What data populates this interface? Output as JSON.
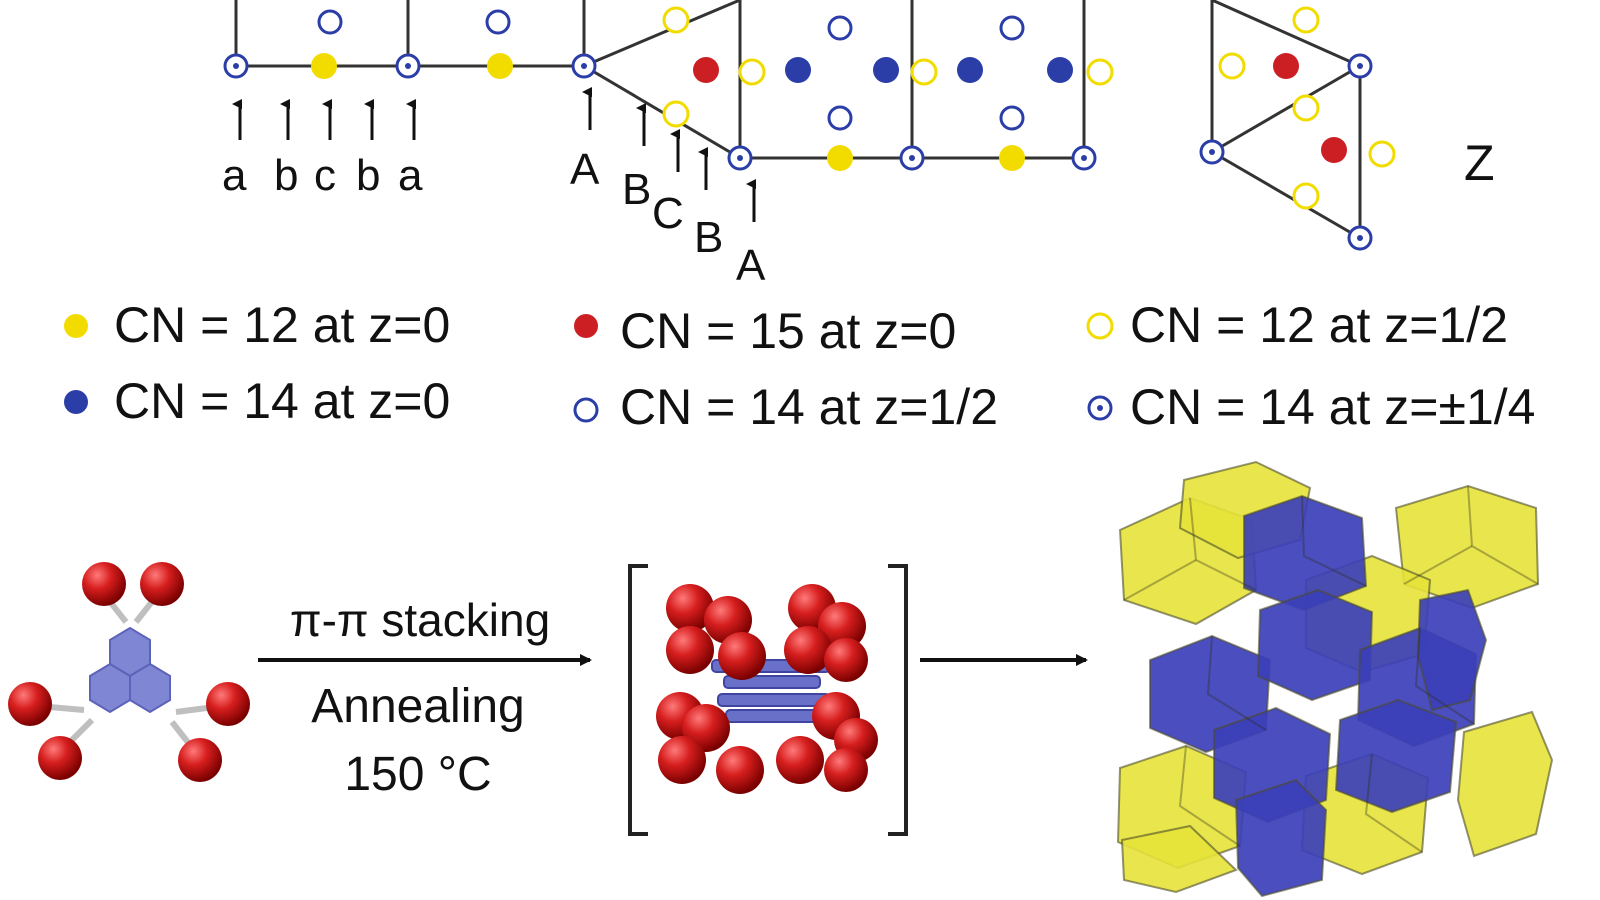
{
  "lattice": {
    "labels_left": [
      "a",
      "b",
      "c",
      "b",
      "a"
    ],
    "labels_right": [
      "A",
      "B",
      "C",
      "B",
      "A"
    ],
    "axis_label": "Z"
  },
  "legend": [
    {
      "text": "CN = 12 at z=0",
      "symbol": "filled",
      "color": "#f2dc00"
    },
    {
      "text": "CN = 15 at z=0",
      "symbol": "filled",
      "color": "#cc1f24"
    },
    {
      "text": "CN = 12 at z=1/2",
      "symbol": "open",
      "color": "#f2dc00"
    },
    {
      "text": "CN = 14 at z=0",
      "symbol": "filled",
      "color": "#2b3ea8"
    },
    {
      "text": "CN = 14 at z=1/2",
      "symbol": "open",
      "color": "#2b3ea8"
    },
    {
      "text": "CN = 14 at z=±1/4",
      "symbol": "dotted",
      "color": "#2b3ea8"
    }
  ],
  "process": {
    "step1_top": "π-π stacking",
    "step1_bottom": "Annealing",
    "step1_temp": "150 °C"
  },
  "colors": {
    "yellow": "#f2dc00",
    "red": "#cc1f24",
    "blue": "#2b3ea8",
    "molecule_core": "#7f86d4"
  }
}
